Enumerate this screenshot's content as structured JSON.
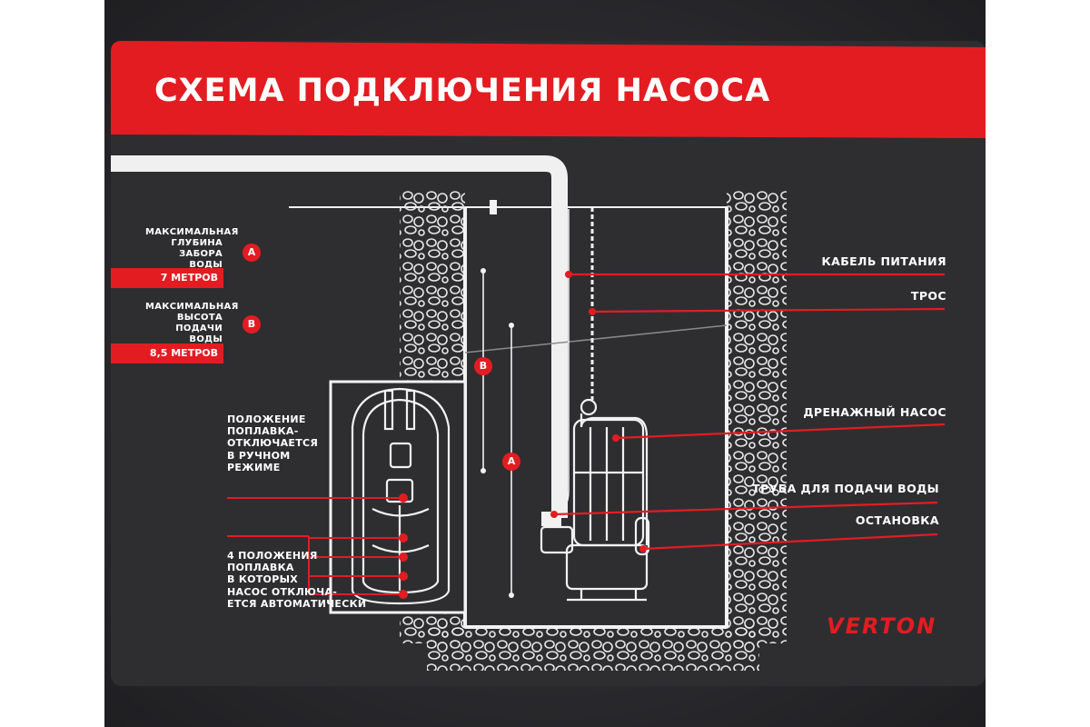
{
  "title": "СХЕМА ПОДКЛЮЧЕНИЯ НАСОСА",
  "left_specs": [
    {
      "caption": [
        "МАКСИМАЛЬНАЯ",
        "ГЛУБИНА ЗАБОРА",
        "ВОДЫ"
      ],
      "badge": "A",
      "value": "7 МЕТРОВ"
    },
    {
      "caption": [
        "МАКСИМАЛЬНАЯ",
        "ВЫСОТА ПОДАЧИ",
        "ВОДЫ"
      ],
      "badge": "B",
      "value": "8,5 МЕТРОВ"
    }
  ],
  "float_note_1": [
    "ПОЛОЖЕНИЕ",
    "ПОПЛАВКА-",
    "ОТКЛЮЧАЕТСЯ",
    "В РУЧНОМ",
    "РЕЖИМЕ"
  ],
  "float_note_2": [
    "4 ПОЛОЖЕНИЯ",
    "ПОПЛАВКА",
    "В КОТОРЫХ",
    "НАСОС ОТКЛЮЧА-",
    "ЕТСЯ АВТОМАТИЧЕСКИ"
  ],
  "callouts": [
    "КАБЕЛЬ ПИТАНИЯ",
    "ТРОС",
    "ДРЕНАЖНЫЙ НАСОС",
    "ТРУБА ДЛЯ ПОДАЧИ ВОДЫ",
    "ОСТАНОВКА"
  ],
  "diagram_badges": {
    "b": "B",
    "a": "A"
  },
  "brand": "VERTON",
  "colors": {
    "accent": "#e31c22",
    "panel": "#2e2e31",
    "line": "#f2f2f2"
  }
}
